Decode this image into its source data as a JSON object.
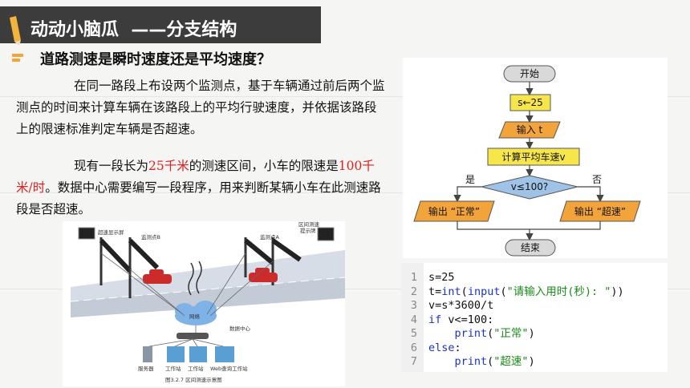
{
  "header": {
    "title": "动动小脑瓜  ——分支结构"
  },
  "question": {
    "text": "道路测速是瞬时速度还是平均速度？"
  },
  "paragraphs": {
    "p1": "在同一路段上布设两个监测点，基于车辆通过前后两个监测点的时间来计算车辆在该路段上的平均行驶速度，并依据该路段上的限速标准判定车辆是否超速。",
    "p2_a": "现有一段长为",
    "p2_len": "25千米",
    "p2_b": "的测速区间，小车的限速是",
    "p2_limit": "100千米/时",
    "p2_c": "。数据中心需要编写一段程序，用来判断某辆小车在此测速路段是否超速。"
  },
  "flowchart": {
    "start": "开始",
    "assign": "s←25",
    "input": "输入 t",
    "compute": "计算平均车速v",
    "decision": "v≤100?",
    "yes": "是",
    "no": "否",
    "out_normal": "输出 “正常”",
    "out_speeding": "输出 “超速”",
    "end": "结束"
  },
  "code": {
    "lines": [
      {
        "num": "1",
        "text": "s=25"
      },
      {
        "num": "2",
        "text": "t=int(input(\"请输入用时(秒): \"))"
      },
      {
        "num": "3",
        "text": "v=s*3600/t"
      },
      {
        "num": "4",
        "text": "if v<=100:"
      },
      {
        "num": "5",
        "text": "    print(\"正常\")"
      },
      {
        "num": "6",
        "text": "else:"
      },
      {
        "num": "7",
        "text": "    print(\"超速\")"
      }
    ]
  },
  "figure": {
    "display_left": "超速显示屏",
    "monitor_b": "监测点B",
    "monitor_a": "监测点A",
    "display_right_1": "区间测速",
    "display_right_2": "提示牌",
    "network": "网络",
    "data_center": "数据中心",
    "server": "服务器",
    "workstation1": "工作站",
    "workstation2": "工作站",
    "web_station": "Web查询工作站",
    "caption": "图3.2.7   区间测速示意图"
  },
  "colors": {
    "header_bg": "#3c3c3c",
    "flow_terminal": "#d9d9d9",
    "flow_process": "#f7e64a",
    "flow_io": "#f2a43a",
    "flow_decision": "#9ec3e6",
    "highlight_red": "#e02020"
  }
}
